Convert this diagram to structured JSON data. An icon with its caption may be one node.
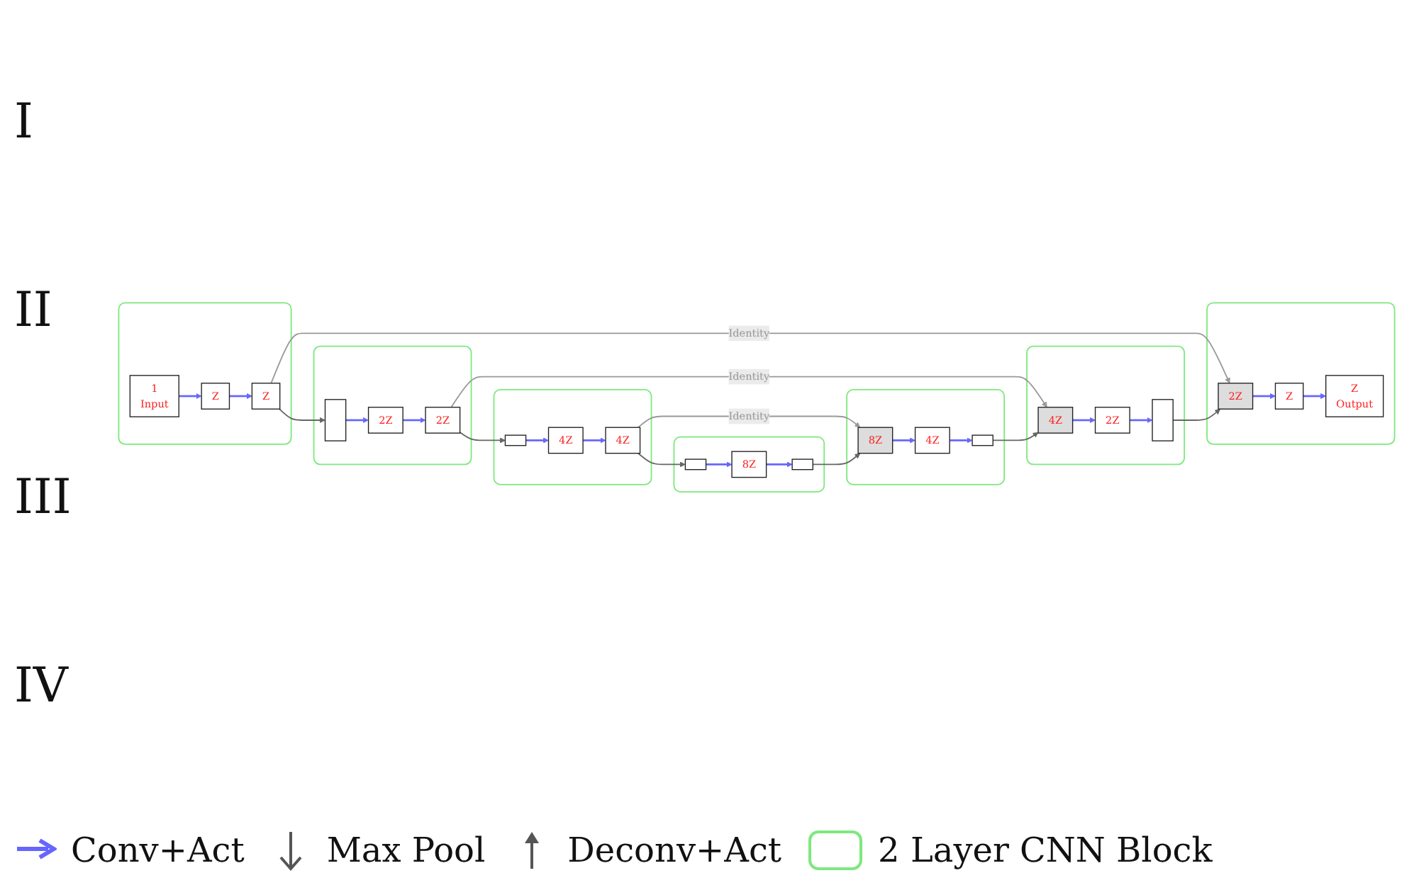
{
  "diagram": {
    "nodes": [
      {
        "text": [],
        "shape": "box"
      },
      {
        "text": [
          "1",
          "Input"
        ],
        "in": 0
      },
      {
        "text": [
          "Z"
        ],
        "in": 0
      },
      {
        "text": [
          "Z"
        ],
        "in": 0
      },
      {
        "text": [],
        "shape": "box"
      },
      {
        "text": [
          "2Z"
        ],
        "in": 4
      },
      {
        "text": [
          "Z"
        ],
        "in": 4
      },
      {
        "text": [
          "Z",
          "Output"
        ],
        "in": 4
      },
      {
        "text": [],
        "shape": "box"
      },
      {
        "text": [],
        "shape": "bar",
        "in": 8
      },
      {
        "text": [
          "2Z"
        ],
        "in": 8
      },
      {
        "text": [
          "2Z"
        ],
        "in": 8
      },
      {
        "text": [],
        "shape": "box"
      },
      {
        "text": [
          "4Z"
        ],
        "in": 12
      },
      {
        "text": [
          "2Z"
        ],
        "in": 12
      },
      {
        "text": [],
        "shape": "bar",
        "in": 12
      },
      {
        "text": [],
        "shape": "box"
      },
      {
        "text": [],
        "shape": "box",
        "in": 16
      },
      {
        "text": [
          "4Z"
        ],
        "in": 16
      },
      {
        "text": [
          "4Z"
        ],
        "in": 16
      },
      {
        "text": [],
        "shape": "box"
      },
      {
        "text": [
          "8Z"
        ],
        "in": 20
      },
      {
        "text": [
          "4Z"
        ],
        "in": 20
      },
      {
        "text": [],
        "shape": "box",
        "in": 20
      },
      {
        "text": [],
        "shape": "box"
      },
      {
        "text": [],
        "shape": "box",
        "in": 24
      },
      {
        "text": [
          "8Z"
        ],
        "in": 24
      },
      {
        "text": [],
        "shape": "box",
        "in": 24
      }
    ],
    "edges": [
      {
        "from": 1,
        "to": 2,
        "arrow": "to"
      },
      {
        "from": 2,
        "to": 3,
        "arrow": "to"
      },
      {
        "from": 3,
        "to": 5,
        "arrow": "to",
        "label": "Identity",
        "color": "#999999"
      },
      {
        "from": 5,
        "to": 6,
        "arrow": "to"
      },
      {
        "from": 6,
        "to": 7,
        "arrow": "to"
      },
      {
        "from": 3,
        "to": 9,
        "arrow": "to",
        "color": "#666666"
      },
      {
        "from": 9,
        "to": 10,
        "arrow": "to"
      },
      {
        "from": 10,
        "to": 11,
        "arrow": "to"
      },
      {
        "from": 11,
        "to": 13,
        "arrow": "to",
        "label": "Identity",
        "color": "#999999"
      },
      {
        "from": 13,
        "to": 14,
        "arrow": "to"
      },
      {
        "from": 14,
        "to": 15,
        "arrow": "to"
      },
      {
        "from": 15,
        "to": 5,
        "arrow": "to",
        "color": "#666666"
      },
      {
        "from": 11,
        "to": 17,
        "arrow": "to",
        "color": "#666666"
      },
      {
        "from": 17,
        "to": 18,
        "arrow": "to"
      },
      {
        "from": 18,
        "to": 19,
        "arrow": "to"
      },
      {
        "from": 19,
        "to": 21,
        "arrow": "to",
        "label": "Identity",
        "color": "#999999"
      },
      {
        "from": 21,
        "to": 22,
        "arrow": "to"
      },
      {
        "from": 22,
        "to": 23,
        "arrow": "to"
      },
      {
        "from": 23,
        "to": 13,
        "arrow": "to",
        "color": "#666666"
      },
      {
        "from": 19,
        "to": 25,
        "arrow": "to",
        "color": "#666666"
      },
      {
        "from": 25,
        "to": 26,
        "arrow": "to"
      },
      {
        "from": 26,
        "to": 27,
        "arrow": "to"
      },
      {
        "from": 27,
        "to": 21,
        "arrow": "to",
        "color": "#666666"
      }
    ],
    "labels": [
      "I",
      "II",
      "III",
      "IV"
    ],
    "legend": [
      {
        "text": "Conv+Act"
      },
      {
        "text": "Max Pool"
      },
      {
        "text": "Deconv+Act"
      },
      {
        "text": "2 Layer CNN Block"
      }
    ]
  }
}
